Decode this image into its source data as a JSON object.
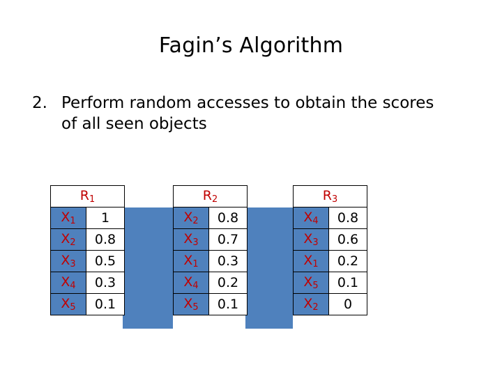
{
  "slide": {
    "title": "Fagin’s Algorithm",
    "bullet": {
      "number": "2.",
      "text": "Perform random accesses to obtain the scores of all seen objects"
    }
  },
  "colors": {
    "header_text": "#c00000",
    "cell_fill": "#4f81bd",
    "label_text": "#c00000",
    "border": "#000000",
    "background": "#ffffff"
  },
  "tables": [
    {
      "id": "R1",
      "header": "R",
      "header_sub": "1",
      "rows": [
        {
          "object": "X",
          "object_sub": "1",
          "score": "1"
        },
        {
          "object": "X",
          "object_sub": "2",
          "score": "0.8"
        },
        {
          "object": "X",
          "object_sub": "3",
          "score": "0.5"
        },
        {
          "object": "X",
          "object_sub": "4",
          "score": "0.3"
        },
        {
          "object": "X",
          "object_sub": "5",
          "score": "0.1"
        }
      ]
    },
    {
      "id": "R2",
      "header": "R",
      "header_sub": "2",
      "rows": [
        {
          "object": "X",
          "object_sub": "2",
          "score": "0.8"
        },
        {
          "object": "X",
          "object_sub": "3",
          "score": "0.7"
        },
        {
          "object": "X",
          "object_sub": "1",
          "score": "0.3"
        },
        {
          "object": "X",
          "object_sub": "4",
          "score": "0.2"
        },
        {
          "object": "X",
          "object_sub": "5",
          "score": "0.1"
        }
      ]
    },
    {
      "id": "R3",
      "header": "R",
      "header_sub": "3",
      "rows": [
        {
          "object": "X",
          "object_sub": "4",
          "score": "0.8"
        },
        {
          "object": "X",
          "object_sub": "3",
          "score": "0.6"
        },
        {
          "object": "X",
          "object_sub": "1",
          "score": "0.2"
        },
        {
          "object": "X",
          "object_sub": "5",
          "score": "0.1"
        },
        {
          "object": "X",
          "object_sub": "2",
          "score": "0"
        }
      ]
    }
  ]
}
